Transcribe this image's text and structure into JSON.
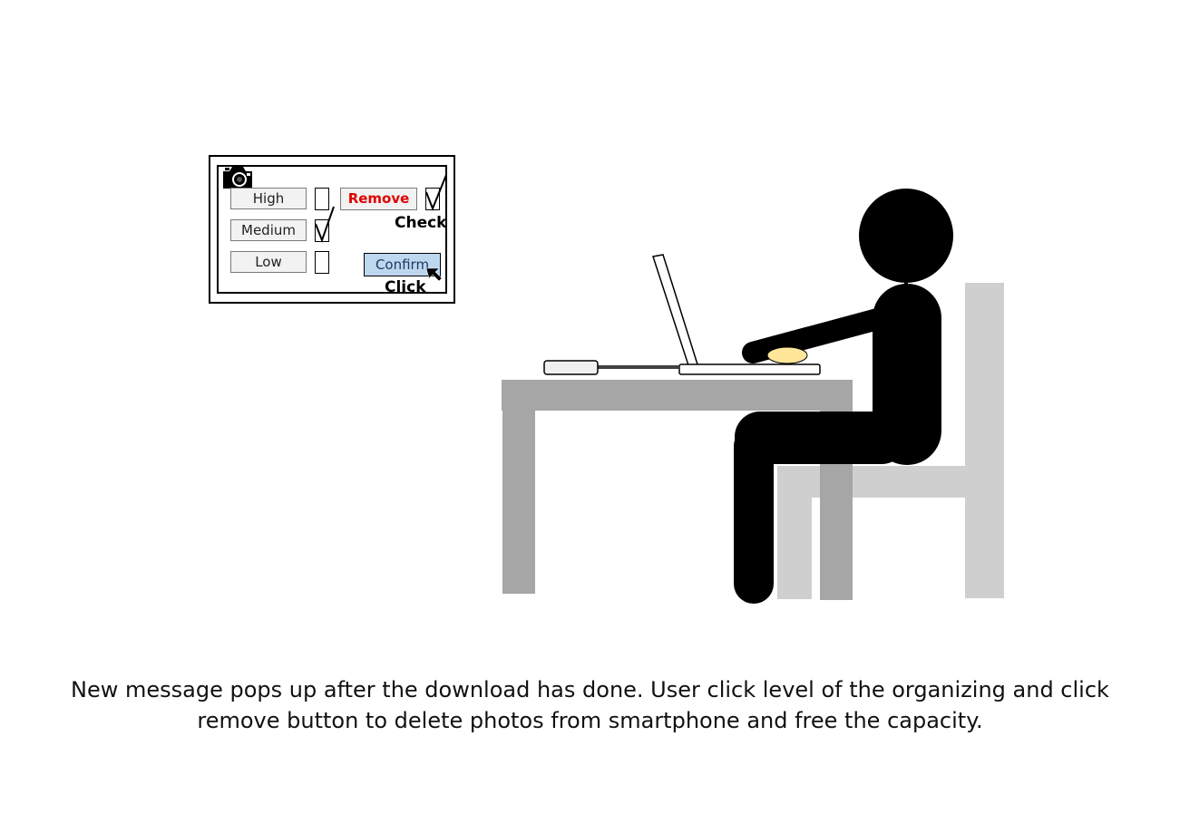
{
  "popup": {
    "icon": "camera-icon",
    "options": [
      {
        "label": "High",
        "checked": false
      },
      {
        "label": "Medium",
        "checked": true
      },
      {
        "label": "Low",
        "checked": false
      }
    ],
    "remove_label": "Remove",
    "remove_checked": true,
    "check_annotation": "Check",
    "confirm_label": "Confirm",
    "click_annotation": "Click"
  },
  "caption": {
    "line1": "New message pops up after the download has done. User click level of the organizing and click",
    "line2": "remove button to delete photos from smartphone and free the capacity."
  },
  "colors": {
    "remove_text": "#e00000",
    "confirm_fill": "#bdd7ee",
    "table": "#a6a6a6",
    "chair": "#d0cfcf",
    "person": "#000000",
    "mouse": "#ffe699"
  }
}
